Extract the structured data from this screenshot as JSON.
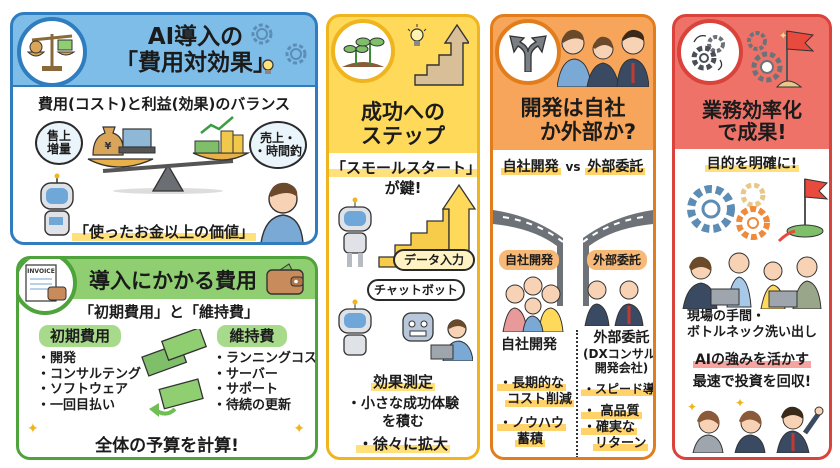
{
  "colors": {
    "blue": "#7dbde8",
    "blue_border": "#2f7dbf",
    "green": "#8fcf72",
    "green_border": "#4ea43a",
    "yellow": "#ffd95a",
    "yellow_border": "#f0b41e",
    "orange": "#f7a55a",
    "orange_border": "#e27d1d",
    "red": "#ee7268",
    "red_border": "#d9433b"
  },
  "panel_cost_effect": {
    "title_line1": "AI導入の",
    "title_line2": "「費用対効果」",
    "subtitle": "費用(コスト)と利益(効果)のバランス",
    "bubble_left": "售上\n増量",
    "bubble_right": "売上・\n・時間釣",
    "caption": "「使ったお金以上の価値」",
    "icons": [
      "scale-icon",
      "money-bag-icon",
      "laptop-icon",
      "cash-stack-icon",
      "coins-icon",
      "growth-arrow-icon",
      "robot-icon",
      "person-icon",
      "gear-icon",
      "lightbulb-icon"
    ]
  },
  "panel_costs": {
    "title": "導入にかかる費用",
    "invoice_label": "INVOICE",
    "subtitle": "「初期費用」と「維持費」",
    "initial": {
      "label": "初期費用",
      "items": [
        "・開発",
        "・コンサルテング",
        "・ソフトウェア",
        "・一回目払い"
      ]
    },
    "maintenance": {
      "label": "維持費",
      "items": [
        "・ランニングコスト",
        "・サーバー",
        "・サポート",
        "・待続の更新"
      ]
    },
    "footer": "全体の予算を計算!",
    "icons": [
      "invoice-icon",
      "wallet-icon",
      "banknotes-icon",
      "sparkle-icon"
    ]
  },
  "panel_steps": {
    "title_line1": "成功への",
    "title_line2": "ステップ",
    "key_line1": "「スモールスタート」",
    "key_line2": "が鍵!",
    "speech_data": "データ入力",
    "speech_chat": "チャットボット",
    "measure": "効果測定",
    "bullet1_line1": "・小さな成功体験",
    "bullet1_line2": "を積む",
    "bullet2": "・徐々に拡大",
    "icons": [
      "sprout-icon",
      "lightbulb-icon",
      "stairs-arrow-icon",
      "robot-icon",
      "chatbot-icon",
      "person-laptop-icon"
    ]
  },
  "panel_build": {
    "title_line1": "開発は自社",
    "title_line2": "か外部か?",
    "versus_left": "自社開発",
    "versus_mid": "vs",
    "versus_right": "外部委託",
    "road_left_label": "自社開発",
    "road_right_label": "外部委託",
    "left_heading": "自社開発",
    "right_heading_line1": "外部委託",
    "right_heading_line2": "(DXコンサル/",
    "right_heading_line3": "開発会社)",
    "left_items": [
      {
        "line1": "・長期的な",
        "line2": "コスト削減"
      },
      {
        "line1": "・ノウハウ",
        "line2": "蓄積"
      }
    ],
    "right_items": [
      {
        "line1": "・スピード導入",
        "line2": ""
      },
      {
        "line1": "・ 高品質",
        "line2": ""
      },
      {
        "line1": "・確実な",
        "line2": "リターン"
      }
    ],
    "icons": [
      "fork-road-icon",
      "team-icon",
      "road-icon"
    ]
  },
  "panel_efficiency": {
    "title_line1": "業務効率化",
    "title_line2": "で成果!",
    "goal": "目的を明確に!",
    "step_line1": "現場の手間・",
    "step_line2": "ボトルネック洗い出し",
    "strength": "AIの強みを活かす",
    "payback": "最速で投資を回収!",
    "icons": [
      "gears-icon",
      "flag-icon",
      "team-meeting-icon",
      "celebrating-team-icon"
    ]
  }
}
